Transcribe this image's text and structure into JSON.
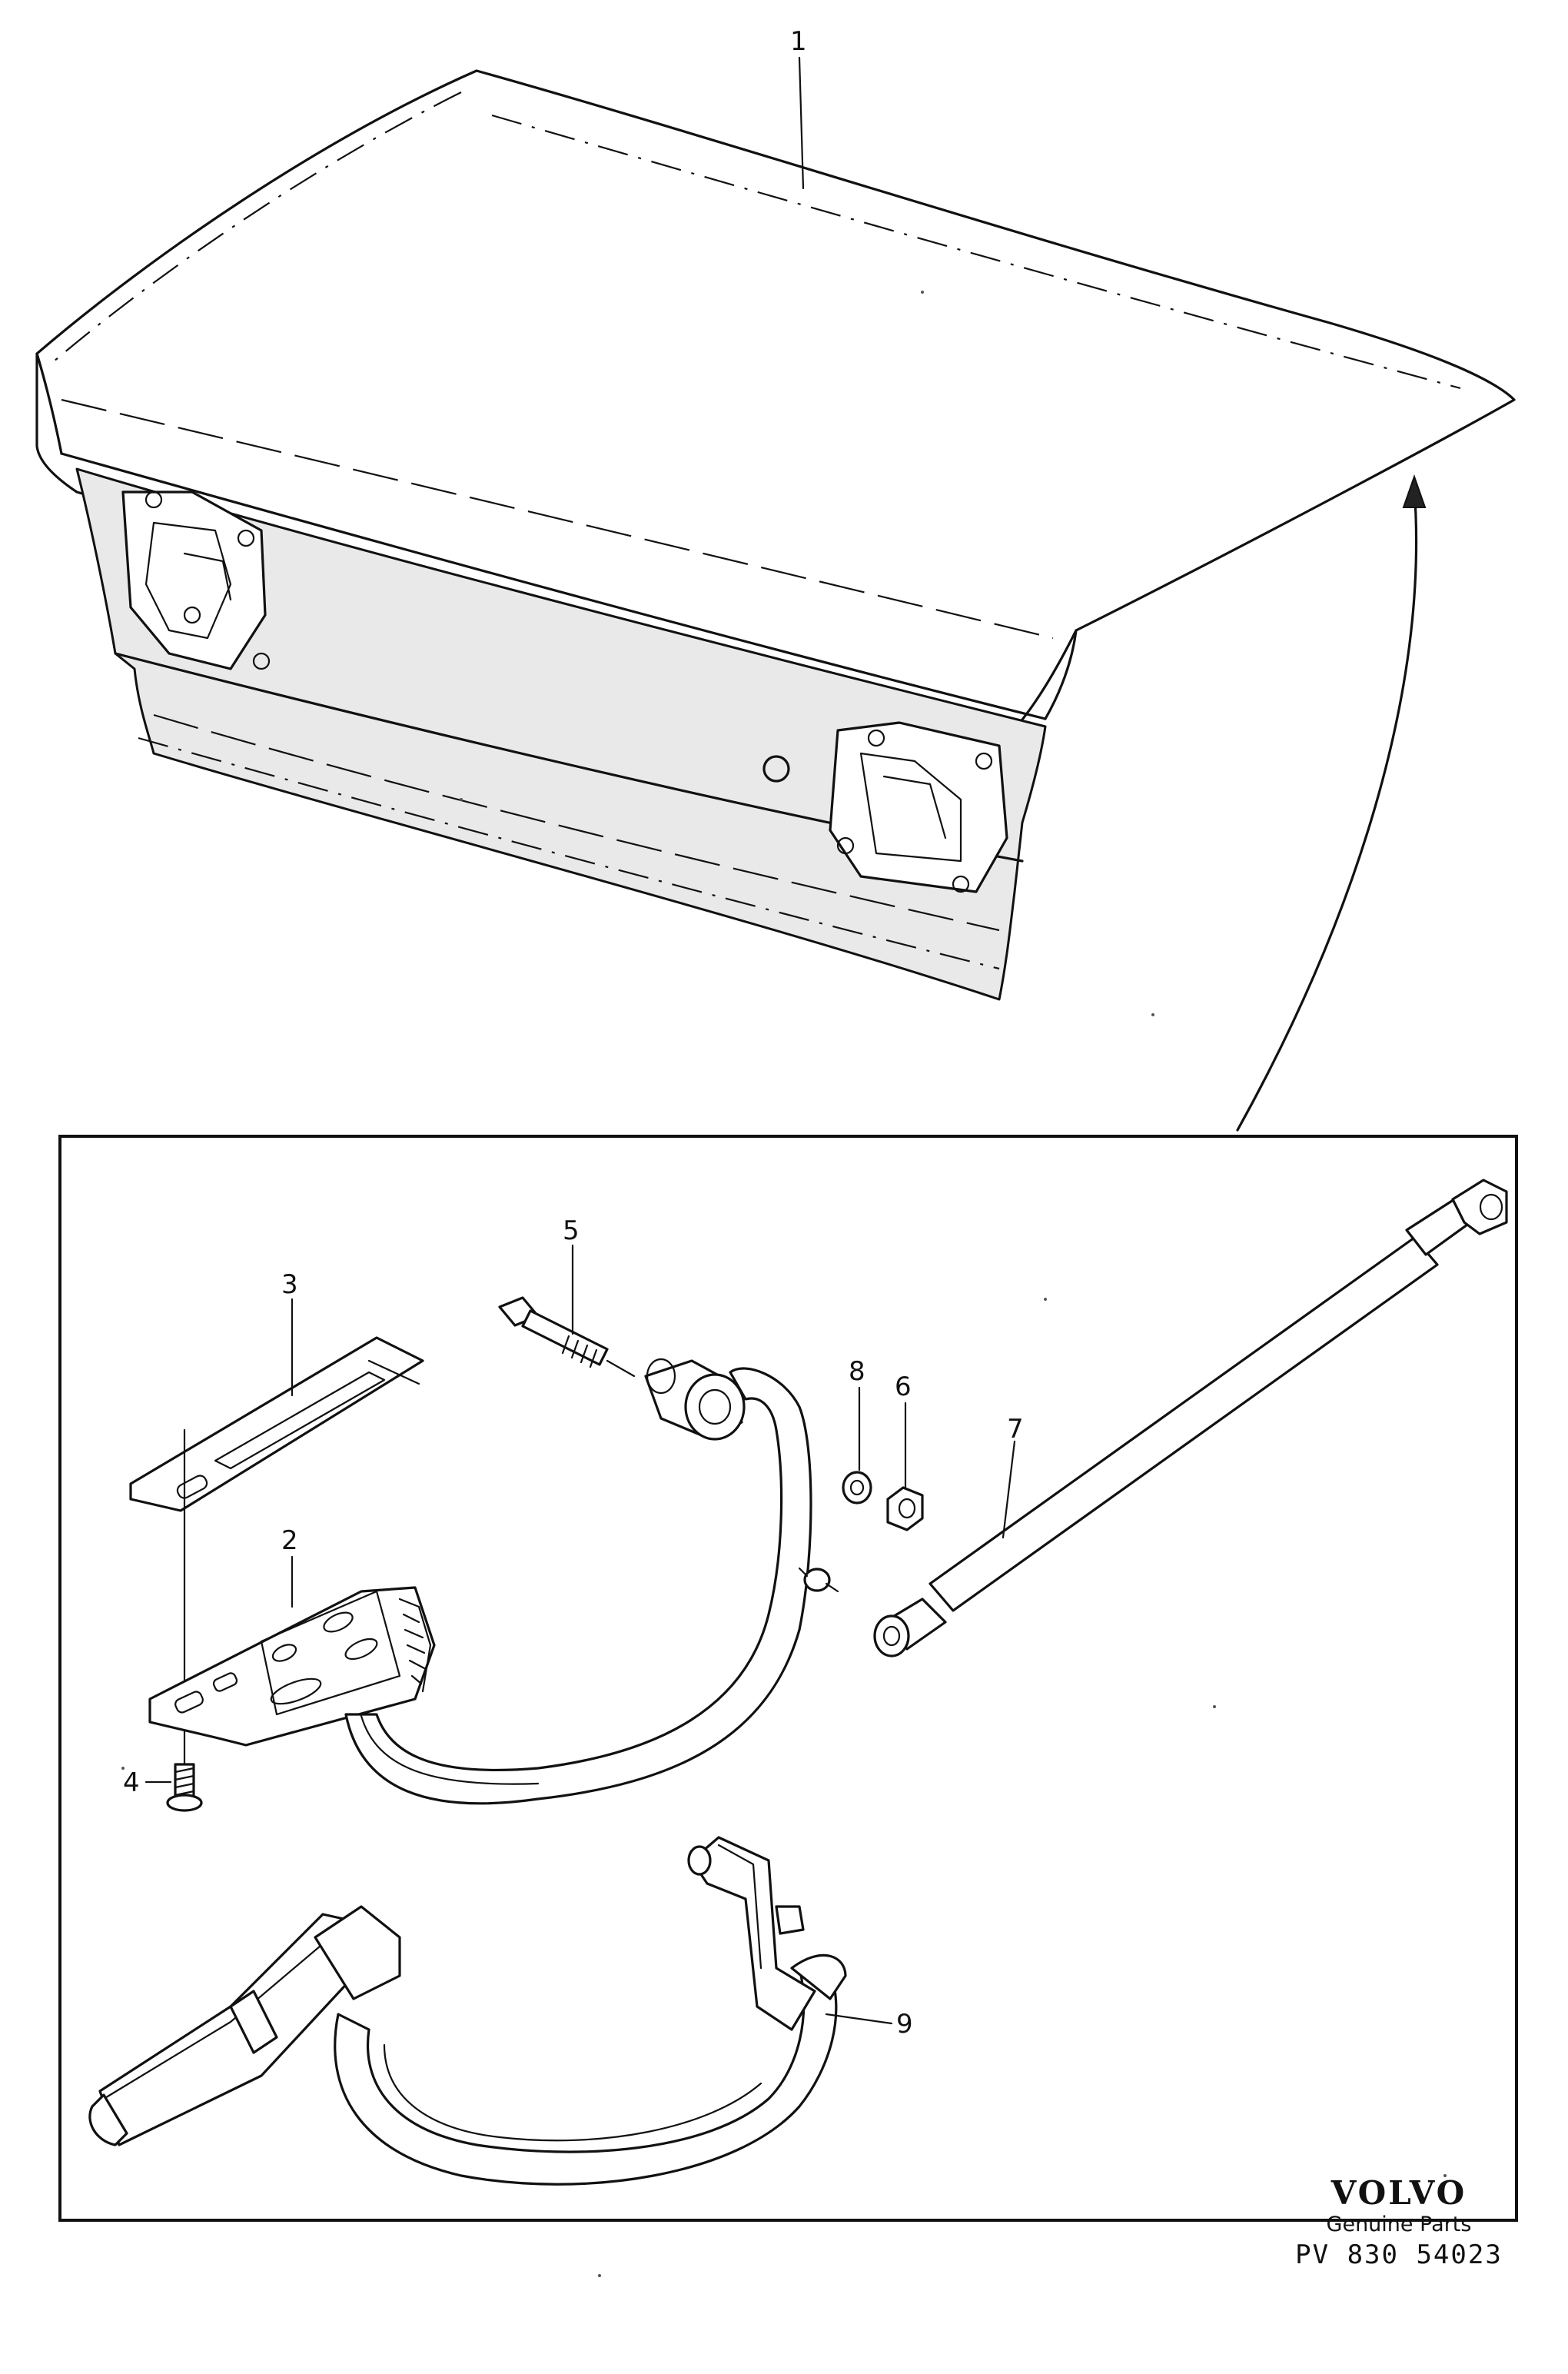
{
  "callouts": {
    "c1": "1",
    "c2": "2",
    "c3": "3",
    "c4": "4",
    "c5": "5",
    "c6": "6",
    "c7": "7",
    "c8": "8",
    "c9": "9"
  },
  "brand": {
    "logo": "VOLVO",
    "subtitle": "Genuine Parts",
    "code": "PV 830 54023"
  },
  "colors": {
    "ink": "#111111",
    "paper": "#ffffff"
  }
}
